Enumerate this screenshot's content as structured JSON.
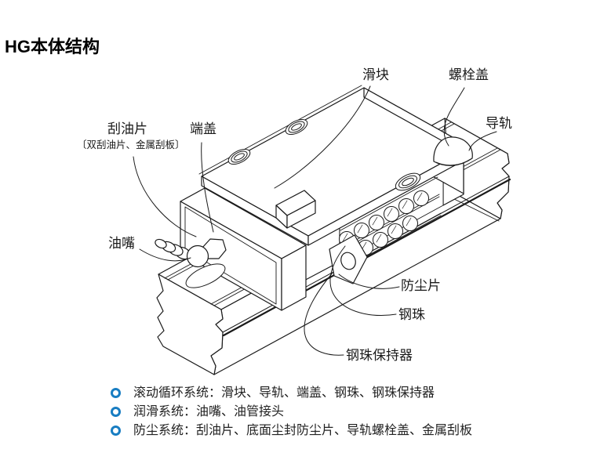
{
  "page": {
    "title": "HG本体结构",
    "background_color": "#ffffff",
    "line_color": "#1a1a1a"
  },
  "diagram": {
    "description_names": "isometric cutaway drawing of HG linear guideway block on rail",
    "labels": [
      {
        "id": "slider",
        "text": "滑块"
      },
      {
        "id": "bolt-cover",
        "text": "螺栓盖"
      },
      {
        "id": "rail",
        "text": "导轨"
      },
      {
        "id": "oil-scraper",
        "text": "刮油片",
        "subtext": "〔双刮油片、金属刮板〕"
      },
      {
        "id": "end-cap",
        "text": "端盖"
      },
      {
        "id": "grease-nipple",
        "text": "油嘴"
      },
      {
        "id": "dust-seal",
        "text": "防尘片"
      },
      {
        "id": "steel-ball",
        "text": "钢珠"
      },
      {
        "id": "ball-retainer",
        "text": "钢珠保持器"
      }
    ]
  },
  "legend": {
    "bullet_color": "#187dc2",
    "items": [
      "滚动循环系统：滑块、导轨、端盖、钢珠、钢珠保持器",
      "润滑系统：油嘴、油管接头",
      "防尘系统：刮油片、底面尘封防尘片、导轨螺栓盖、金属刮板"
    ]
  }
}
